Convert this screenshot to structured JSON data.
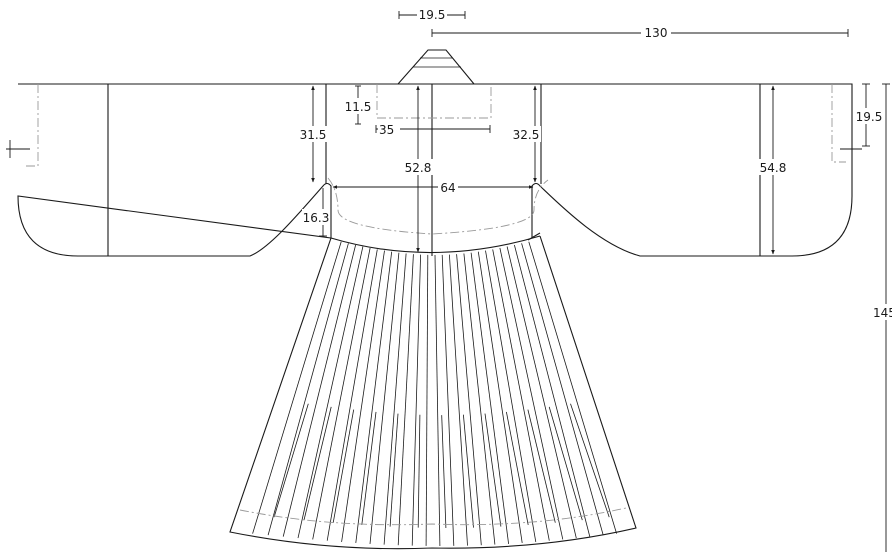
{
  "diagram": {
    "measurements": {
      "collar_width": "19.5",
      "half_sleeve_span": "130",
      "total_length": "145",
      "neck_depth": "11.5",
      "neck_opening_width": "35",
      "armhole_depth_left": "31.5",
      "armhole_depth_right": "32.5",
      "center_bodice_length": "52.8",
      "bust_width": "64",
      "sleeve_opening_depth": "19.5",
      "sleeve_length": "54.8",
      "side_slit": "16.3"
    },
    "colors": {
      "outline": "#1a1a1a",
      "seam_allowance": "#9a9a9a",
      "background": "#ffffff"
    }
  }
}
